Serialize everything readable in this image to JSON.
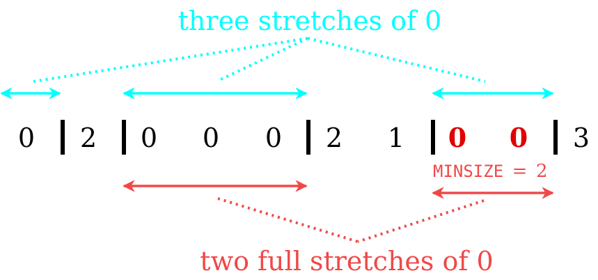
{
  "colors": {
    "cyan": "#00FFFF",
    "red": "#F04848",
    "black": "#000000",
    "highlight": "#E00000"
  },
  "top_label": "three stretches of 0",
  "bottom_label": "two full stretches of 0",
  "sequence": [
    "0",
    "2",
    "0",
    "0",
    "0",
    "2",
    "1",
    "0",
    "0",
    "3"
  ],
  "highlighted_indices": [
    7,
    8
  ],
  "minsize_label": {
    "name": "MINSIZE",
    "equals": "=",
    "value": "2"
  }
}
